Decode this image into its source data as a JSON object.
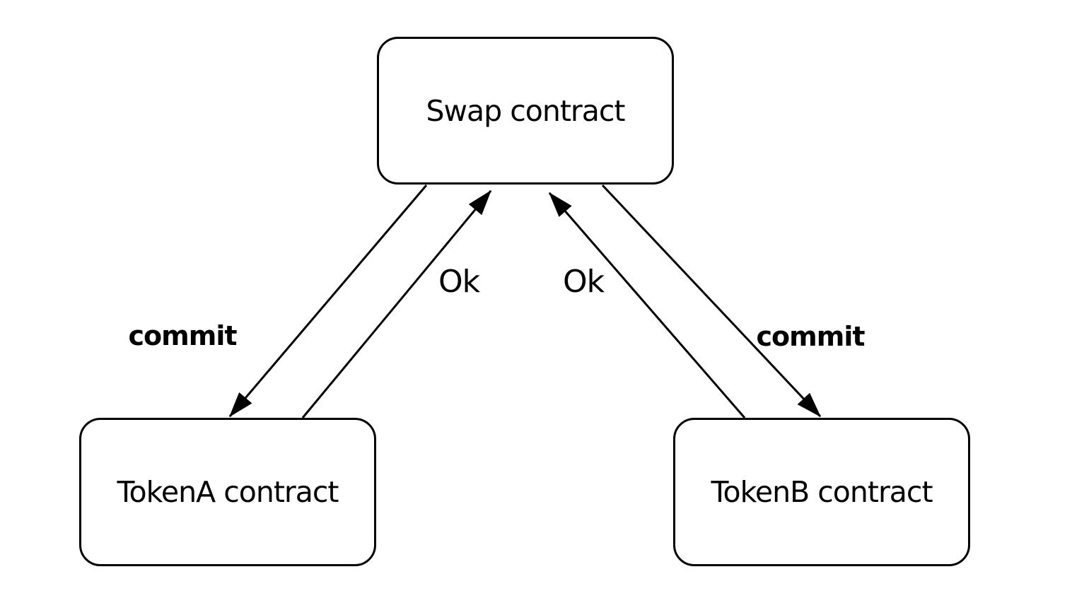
{
  "canvas": {
    "background_color": "#ffffff",
    "stroke_color": "#000000"
  },
  "nodes": [
    {
      "id": "swap",
      "label": "Swap contract"
    },
    {
      "id": "tokenA",
      "label": "TokenA contract"
    },
    {
      "id": "tokenB",
      "label": "TokenB contract"
    }
  ],
  "edges": [
    {
      "id": "commit-left",
      "label": "commit",
      "from": "swap",
      "to": "tokenA",
      "weight": "bold"
    },
    {
      "id": "ok-left",
      "label": "Ok",
      "from": "tokenA",
      "to": "swap",
      "weight": "normal"
    },
    {
      "id": "ok-right",
      "label": "Ok",
      "from": "tokenB",
      "to": "swap",
      "weight": "normal"
    },
    {
      "id": "commit-right",
      "label": "commit",
      "from": "swap",
      "to": "tokenB",
      "weight": "bold"
    }
  ]
}
